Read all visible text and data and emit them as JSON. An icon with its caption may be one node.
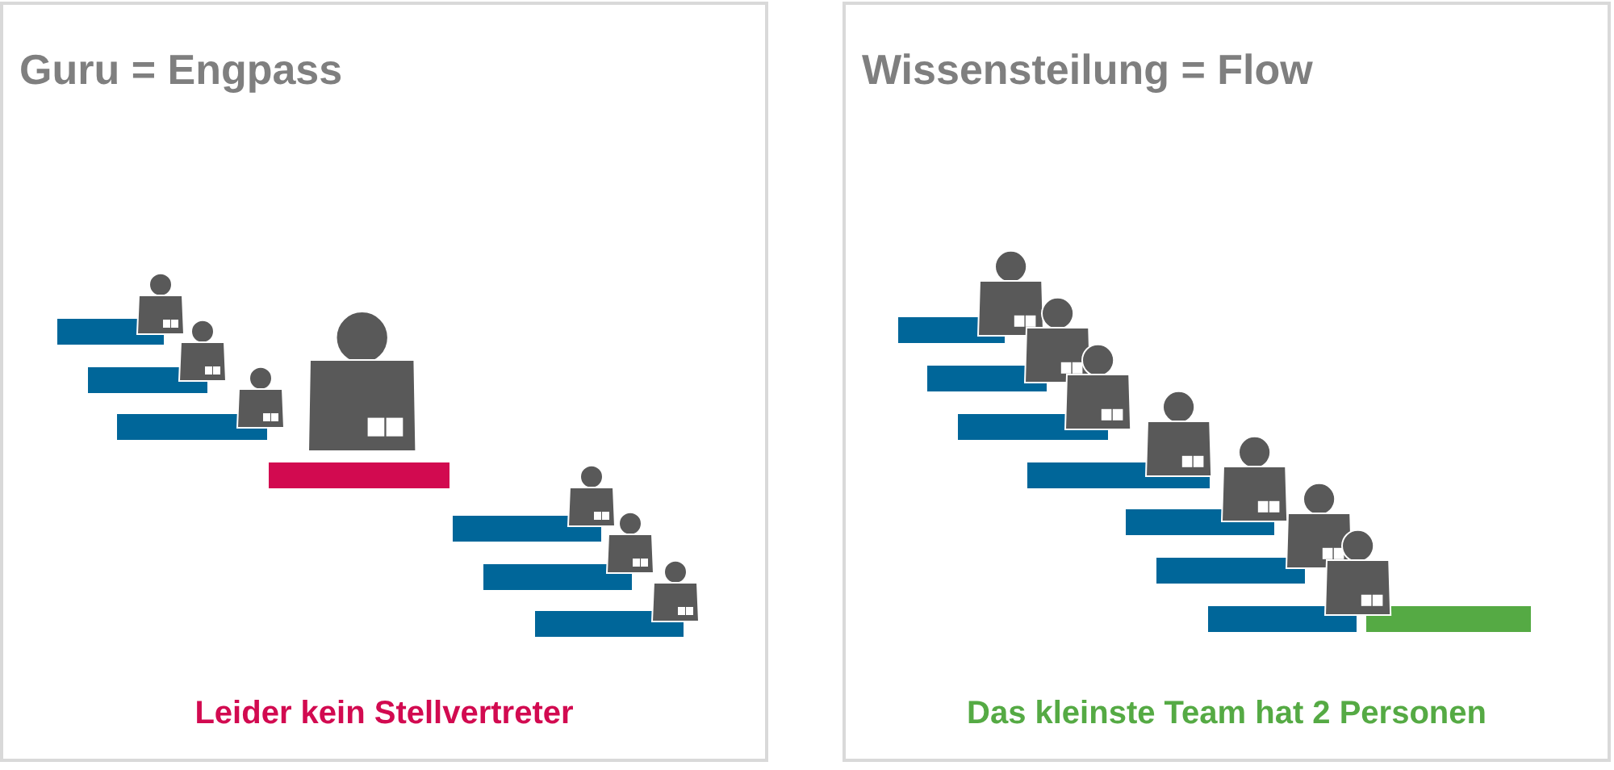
{
  "diagram": {
    "nodes": [
      {
        "text": [
          "Guru = Engpass",
          "Leider kein Stellvertreter"
        ]
      },
      {
        "text": [
          "Wissensteilung = Flow",
          "Das kleinste Team hat 2 Personen"
        ]
      }
    ]
  }
}
